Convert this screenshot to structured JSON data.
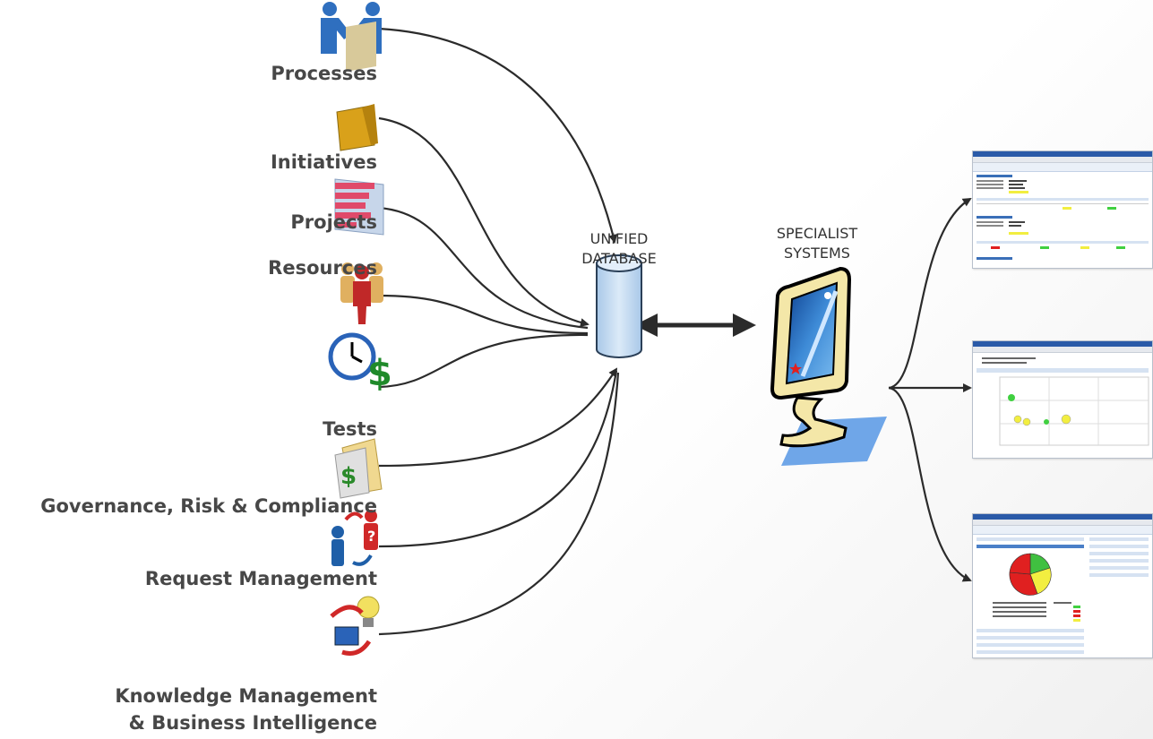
{
  "sources": [
    {
      "label": "Processes",
      "icon": "handshake-icon"
    },
    {
      "label": "Initiatives",
      "icon": "folder-icon"
    },
    {
      "label": "Projects",
      "icon": "gantt-chart-icon"
    },
    {
      "label": "Resources",
      "icon": "people-icon"
    },
    {
      "label": "Tests",
      "icon": "clock-dollar-icon"
    },
    {
      "label": "Governance, Risk & Compliance",
      "icon": "dollar-document-icon"
    },
    {
      "label": "Request Management",
      "icon": "question-exchange-icon"
    },
    {
      "label": "Knowledge Management",
      "label2": "& Business Intelligence",
      "icon": "lightbulb-computer-icon"
    }
  ],
  "database": {
    "line1": "UNIFIED",
    "line2": "DATABASE",
    "icon": "database-icon"
  },
  "specialist": {
    "line1": "SPECIALIST",
    "line2": "SYSTEMS",
    "icon": "computer-monitor-icon"
  },
  "screens": [
    {
      "name": "project-grid-screenshot"
    },
    {
      "name": "bubble-chart-screenshot"
    },
    {
      "name": "pie-dashboard-screenshot"
    }
  ],
  "colors": {
    "arrow": "#2b2b2b",
    "label": "#474747",
    "db_fill": "#c6dcf2",
    "db_stroke": "#2a3f57"
  }
}
